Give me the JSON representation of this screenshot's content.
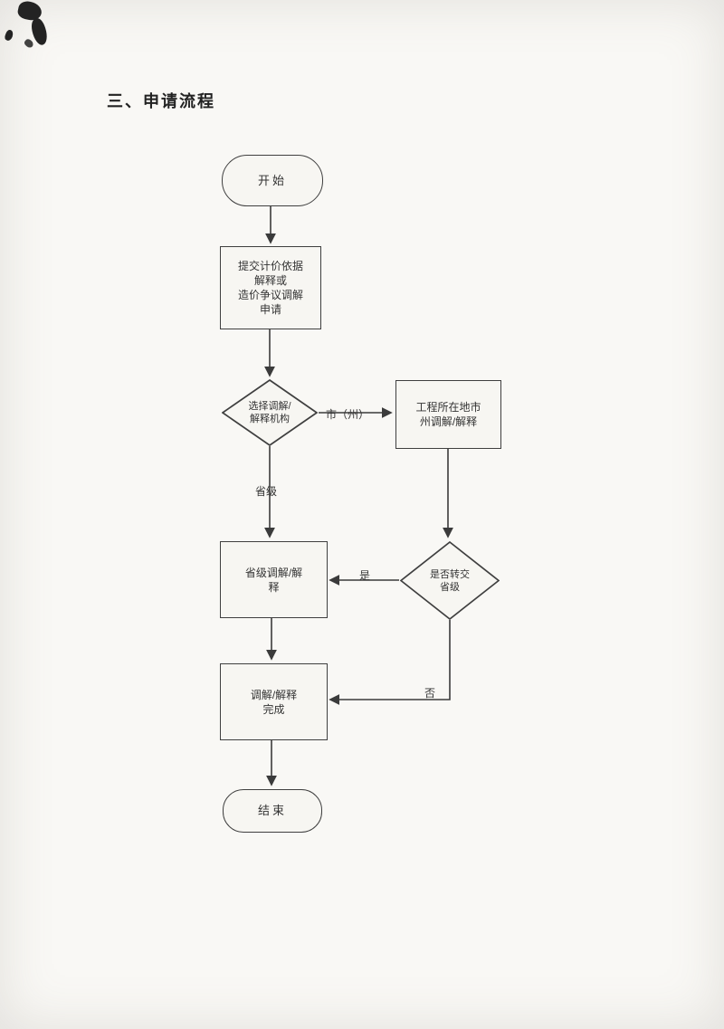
{
  "page": {
    "title": "三、申请流程"
  },
  "flowchart": {
    "nodes": {
      "start": {
        "label": "开始"
      },
      "submit": {
        "line1": "提交计价依据",
        "line2": "解释或",
        "line3": "造价争议调解",
        "line4": "申请"
      },
      "choose": {
        "line1": "选择调解/",
        "line2": "解释机构"
      },
      "city": {
        "line1": "工程所在地市",
        "line2": "州调解/解释"
      },
      "provincial": {
        "line1": "省级调解/解",
        "line2": "释"
      },
      "transfer": {
        "line1": "是否转交",
        "line2": "省级"
      },
      "complete": {
        "line1": "调解/解释",
        "line2": "完成"
      },
      "end": {
        "label": "结束"
      }
    },
    "edge_labels": {
      "city_branch": "市（州）",
      "provincial_branch": "省级",
      "yes": "是",
      "no": "否"
    }
  },
  "colors": {
    "line": "#3b3b3b",
    "node_border": "#3f3f3f",
    "node_fill": "#f7f6f2",
    "page_bg": "#f9f8f5",
    "text": "#2f2f2f"
  }
}
